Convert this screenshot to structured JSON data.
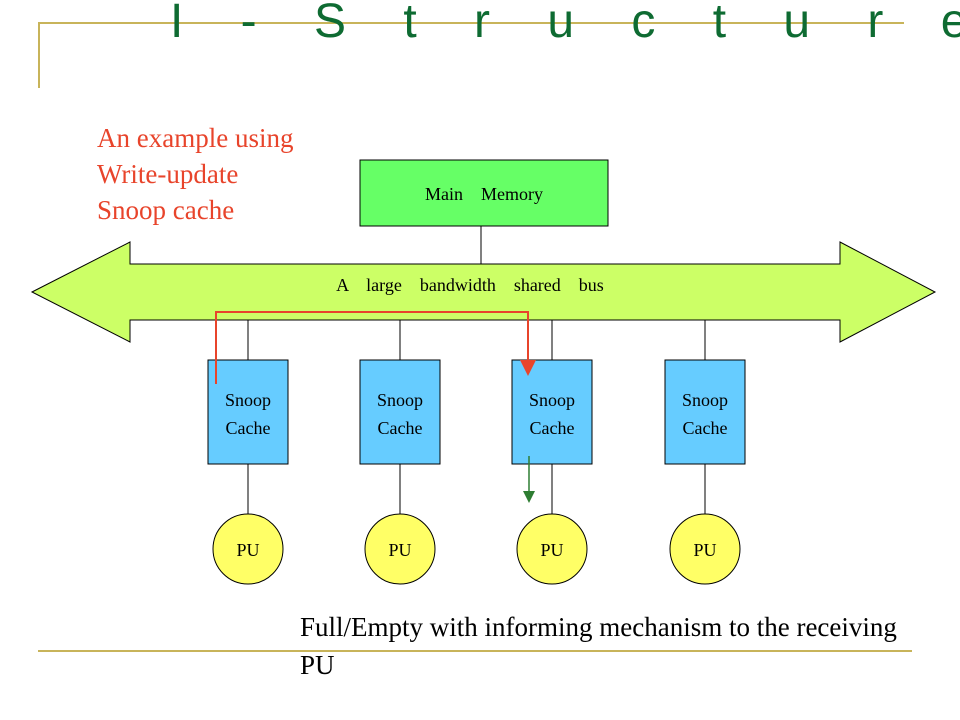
{
  "slide": {
    "title": "I - S t r u c t u r e",
    "example_lines": [
      "An example using",
      "Write-update",
      "Snoop cache"
    ],
    "footer": "Full/Empty with informing mechanism to the receiving PU"
  },
  "diagram": {
    "memory_label": "Main    Memory",
    "bus_label": "A    large    bandwidth    shared    bus",
    "caches": [
      {
        "line1": "Snoop",
        "line2": "Cache"
      },
      {
        "line1": "Snoop",
        "line2": "Cache"
      },
      {
        "line1": "Snoop",
        "line2": "Cache"
      },
      {
        "line1": "Snoop",
        "line2": "Cache"
      }
    ],
    "pus": [
      "PU",
      "PU",
      "PU",
      "PU"
    ]
  },
  "colors": {
    "title": "#0e6b32",
    "note": "#e8442b",
    "memory_fill": "#66ff66",
    "bus_fill": "#ccff66",
    "cache_fill": "#66ccff",
    "pu_fill": "#ffff66",
    "update_arrow": "#e8442b",
    "inform_arrow": "#2e7d32",
    "frame": "#c8b45a"
  }
}
